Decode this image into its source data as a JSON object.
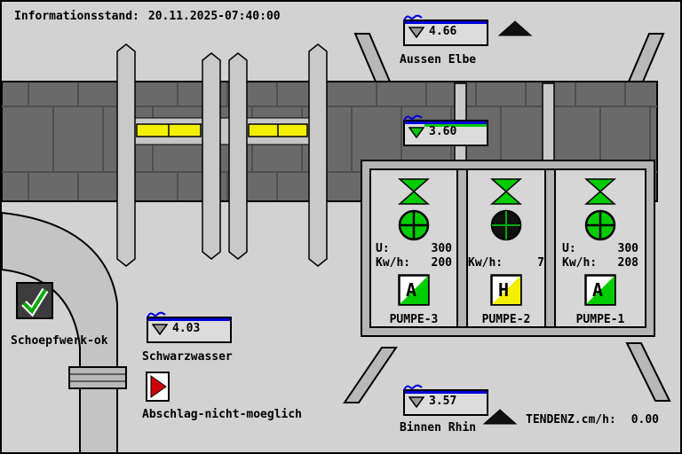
{
  "header": {
    "info_label": "Informationsstand:",
    "datetime": "20.11.2025-07:40:00"
  },
  "gauges": {
    "aussen_elbe": {
      "value": "4.66",
      "label": "Aussen Elbe"
    },
    "basin": {
      "value": "3.60"
    },
    "schwarzwasser": {
      "value": "4.03",
      "label": "Schwarzwasser"
    },
    "binnen_rhin": {
      "value": "3.57",
      "label": "Binnen Rhin"
    }
  },
  "tendency": {
    "label": "TENDENZ.cm/h:",
    "value": "0.00"
  },
  "status": {
    "ok_label": "Schoepfwerk-ok",
    "abschlag_label": "Abschlag-nicht-moeglich"
  },
  "pumps": [
    {
      "name": "PUMPE-3",
      "u_label": "U:",
      "u_value": "300",
      "kwh_label": "Kw/h:",
      "kwh_value": "200",
      "mode_letter": "A",
      "state": "running"
    },
    {
      "name": "PUMPE-2",
      "u_label": "",
      "u_value": "",
      "kwh_label": "Kw/h:",
      "kwh_value": "7",
      "mode_letter": "H",
      "state": "stopped"
    },
    {
      "name": "PUMPE-1",
      "u_label": "U:",
      "u_value": "300",
      "kwh_label": "Kw/h:",
      "kwh_value": "208",
      "mode_letter": "A",
      "state": "running"
    }
  ],
  "icons": {
    "wave": "water-level-icon",
    "triangle_down": "level-marker-icon",
    "triangle_up": "tendency-up-icon",
    "check": "plant-ok-check-icon",
    "flag": "discharge-flag-icon",
    "valve": "valve-icon",
    "pump_circle": "pump-state-icon"
  },
  "colors": {
    "water_blue": "#0000dd",
    "signal_green": "#00cc00",
    "signal_yellow": "#f2ef00",
    "alarm_red": "#cc0000",
    "wall_dark": "#6a6a6a",
    "wall_light": "#b8b8b8"
  }
}
